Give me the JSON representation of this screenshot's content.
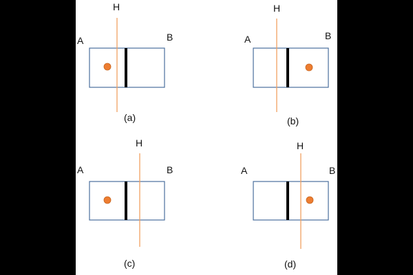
{
  "colors": {
    "background": "#000000",
    "panel": "#ffffff",
    "box_stroke": "#4a6f9c",
    "wall": "#000000",
    "line_h": "#f0a060",
    "dot": "#ed7d31"
  },
  "labels": {
    "a": "A",
    "b": "B",
    "h": "H"
  },
  "panels": [
    {
      "caption": "(a)"
    },
    {
      "caption": "(b)"
    },
    {
      "caption": "(c)"
    },
    {
      "caption": "(d)"
    }
  ]
}
